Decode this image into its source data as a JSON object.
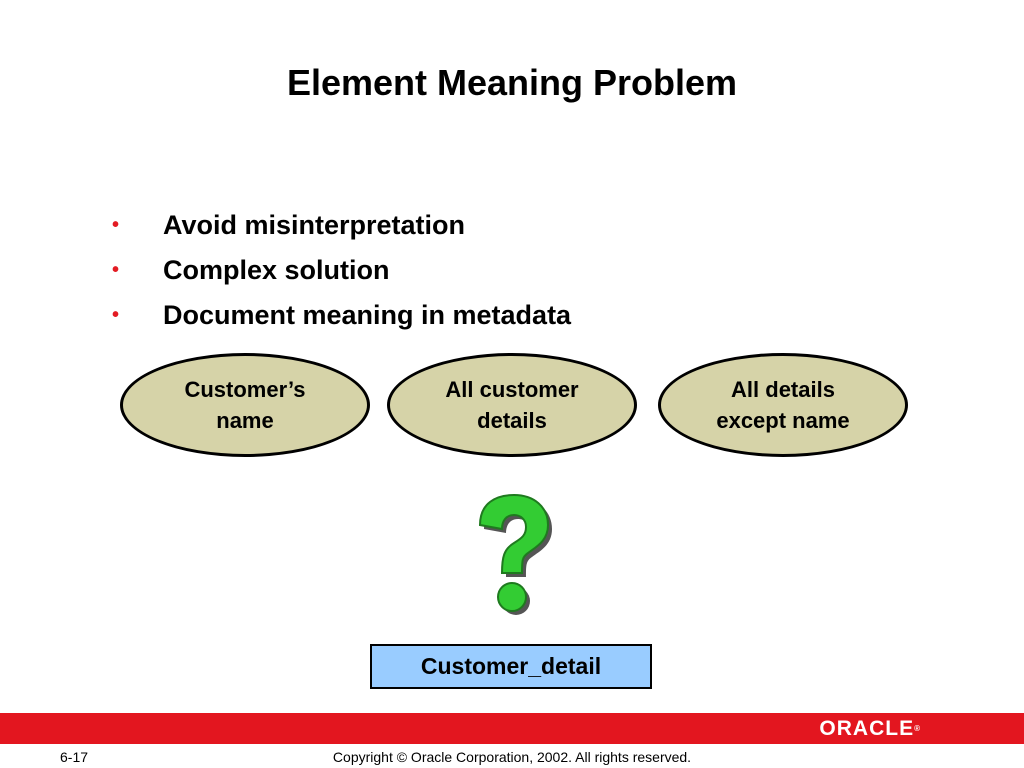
{
  "slide": {
    "title": "Element Meaning Problem",
    "bullets": [
      {
        "mark": "•",
        "text": "Avoid misinterpretation"
      },
      {
        "mark": "•",
        "text": "Complex solution"
      },
      {
        "mark": "•",
        "text": "Document meaning in metadata"
      }
    ],
    "interpretations": [
      "Customer’s\nname",
      "All customer\ndetails",
      "All details\nexcept name"
    ],
    "entity": "Customer_detail",
    "question_icon": "question-mark-icon"
  },
  "footer": {
    "page_number": "6-17",
    "copyright": "Copyright © Oracle Corporation, 2002. All rights reserved.",
    "logo_text": "ORACLE",
    "logo_mark": "®"
  },
  "colors": {
    "bullet": "#e31b23",
    "ellipse_fill": "#d6d3a8",
    "entity_fill": "#99ccff",
    "footer_bar": "#e3161f",
    "question_green": "#33cc33"
  }
}
